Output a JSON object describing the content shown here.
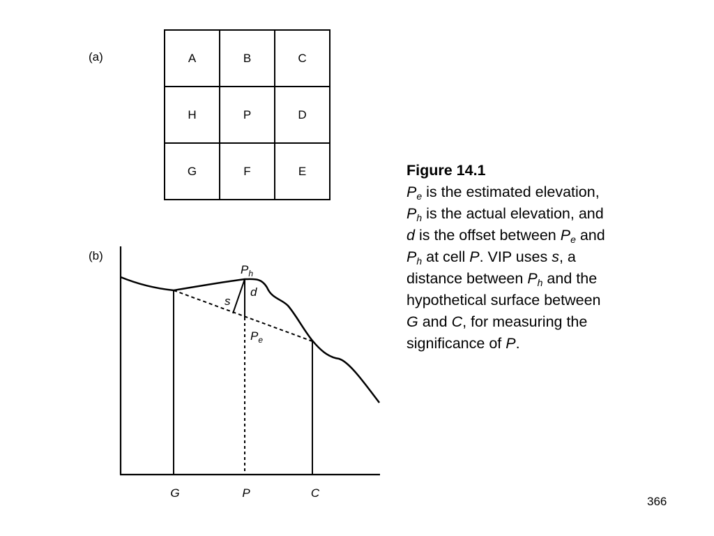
{
  "panel_a": {
    "label": "(a)",
    "grid": [
      [
        "A",
        "B",
        "C"
      ],
      [
        "H",
        "P",
        "D"
      ],
      [
        "G",
        "F",
        "E"
      ]
    ]
  },
  "panel_b": {
    "label": "(b)",
    "point_labels": {
      "ph_base": "P",
      "ph_sub": "h",
      "pe_base": "P",
      "pe_sub": "e",
      "d": "d",
      "s": "s"
    },
    "x_axis_labels": [
      "G",
      "P",
      "C"
    ]
  },
  "caption": {
    "title": "Figure 14.1",
    "pe_base": "P",
    "pe_sub": "e",
    "ph_base": "P",
    "ph_sub": "h",
    "text_1": " is the estimated elevation,",
    "text_2": " is the actual elevation, and",
    "d": "d",
    "text_3": " is the offset between ",
    "text_4": " and",
    "text_5": " at cell ",
    "p": "P",
    "text_6": ". VIP uses ",
    "s": "s",
    "text_7": ", a",
    "text_8": "distance between ",
    "text_9": " and the",
    "text_10": "hypothetical surface between",
    "g": "G",
    "text_11": " and ",
    "c": "C",
    "text_12": ", for measuring the",
    "text_13": "significance of ",
    "text_14": "."
  },
  "page_number": "366"
}
